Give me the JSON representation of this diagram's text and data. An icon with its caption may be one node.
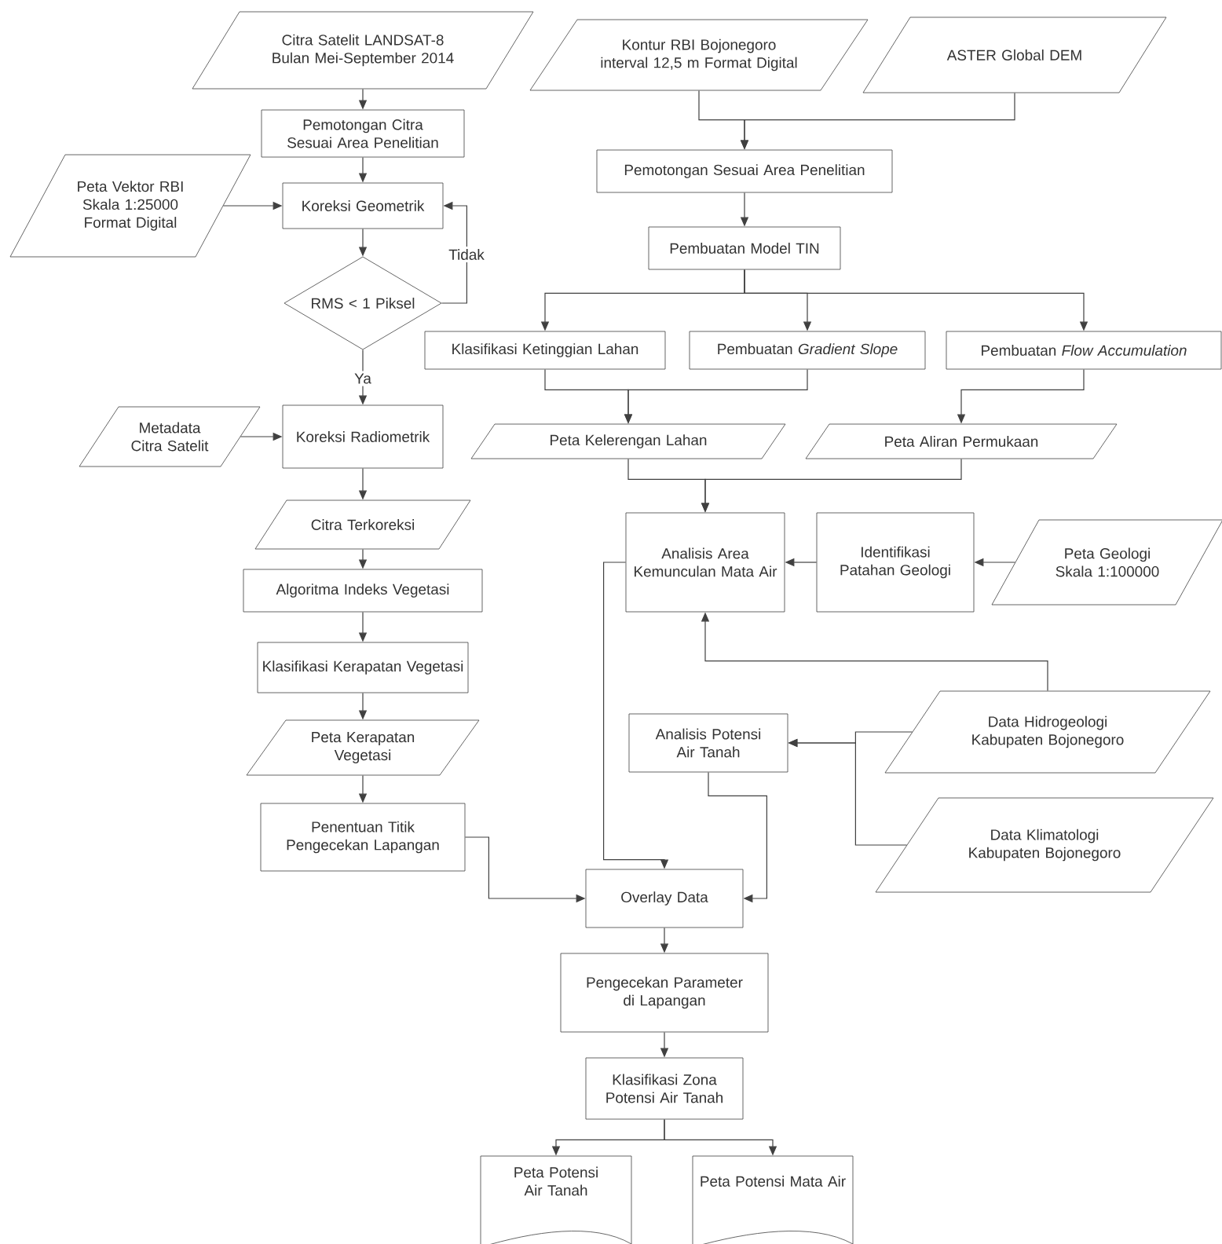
{
  "diagram": {
    "nodes": [
      {
        "text": [
          "Citra Satelit LANDSAT-8 Bulan Mei-September 2014"
        ]
      },
      {
        "text": [
          "Pemotongan Citra Sesuai Area Penelitian"
        ]
      },
      {
        "text": [
          "Peta Vektor RBI Skala 1:25000 Format Digital"
        ]
      },
      {
        "text": [
          "Koreksi Geometrik"
        ]
      },
      {
        "text": [
          "RMS < 1 Piksel"
        ]
      },
      {
        "text": [
          "Metadata Citra Satelit"
        ]
      },
      {
        "text": [
          "Koreksi Radiometrik"
        ]
      },
      {
        "text": [
          "Citra Terkoreksi"
        ]
      },
      {
        "text": [
          "Algoritma Indeks Vegetasi"
        ]
      },
      {
        "text": [
          "Klasifikasi Kerapatan Vegetasi"
        ]
      },
      {
        "text": [
          "Peta Kerapatan Vegetasi"
        ]
      },
      {
        "text": [
          "Penentuan Titik Pengecekan Lapangan"
        ]
      },
      {
        "text": [
          "Kontur RBI Bojonegoro interval 12,5 m Format Digital"
        ]
      },
      {
        "text": [
          "ASTER Global DEM"
        ]
      },
      {
        "text": [
          "Pemotongan Sesuai Area Penelitian"
        ]
      },
      {
        "text": [
          "Pembuatan Model TIN"
        ]
      },
      {
        "text": [
          "Klasifikasi Ketinggian Lahan"
        ]
      },
      {
        "text": [
          "Pembuatan *Gradient Slope*"
        ]
      },
      {
        "text": [
          "Pembuatan *Flow Accumulation*"
        ]
      },
      {
        "text": [
          "Peta Kelerengan Lahan"
        ]
      },
      {
        "text": [
          "Peta Aliran Permukaan"
        ]
      },
      {
        "text": [
          "Analisis Area Kemunculan Mata Air"
        ]
      },
      {
        "text": [
          "Identifikasi Patahan Geologi"
        ]
      },
      {
        "text": [
          "Peta Geologi Skala 1:100000"
        ]
      },
      {
        "text": [
          "Data Hidrogeologi Kabupaten Bojonegoro"
        ]
      },
      {
        "text": [
          "Analisis Potensi Air Tanah"
        ]
      },
      {
        "text": [
          "Data Klimatologi Kabupaten Bojonegoro"
        ]
      },
      {
        "text": [
          "Overlay Data"
        ]
      },
      {
        "text": [
          "Pengecekan Parameter di Lapangan"
        ]
      },
      {
        "text": [
          "Klasifikasi Zona Potensi Air Tanah"
        ]
      },
      {
        "text": [
          "Peta Potensi Air Tanah"
        ]
      },
      {
        "text": [
          "Peta Potensi Mata Air"
        ]
      }
    ],
    "edges": [
      {
        "from": 0,
        "to": 1,
        "arrow": "to"
      },
      {
        "from": 1,
        "to": 3,
        "arrow": "to"
      },
      {
        "from": 2,
        "to": 3,
        "arrow": "to"
      },
      {
        "from": 3,
        "to": 4,
        "arrow": "to"
      },
      {
        "from": 4,
        "to": 3,
        "arrow": "to",
        "label": "Tidak"
      },
      {
        "from": 4,
        "to": 6,
        "arrow": "to",
        "label": "Ya"
      },
      {
        "from": 5,
        "to": 6,
        "arrow": "to"
      },
      {
        "from": 6,
        "to": 7,
        "arrow": "to"
      },
      {
        "from": 7,
        "to": 8,
        "arrow": "to"
      },
      {
        "from": 8,
        "to": 9,
        "arrow": "to"
      },
      {
        "from": 9,
        "to": 10,
        "arrow": "to"
      },
      {
        "from": 10,
        "to": 11,
        "arrow": "to"
      },
      {
        "from": 11,
        "to": 27,
        "arrow": "to"
      },
      {
        "from": 12,
        "to": 14,
        "arrow": "to"
      },
      {
        "from": 13,
        "to": 14,
        "arrow": "to"
      },
      {
        "from": 14,
        "to": 15,
        "arrow": "to"
      },
      {
        "from": 15,
        "to": 16,
        "arrow": "to"
      },
      {
        "from": 15,
        "to": 17,
        "arrow": "to"
      },
      {
        "from": 15,
        "to": 18,
        "arrow": "to"
      },
      {
        "from": 16,
        "to": 19,
        "arrow": "to"
      },
      {
        "from": 17,
        "to": 19,
        "arrow": "to"
      },
      {
        "from": 18,
        "to": 20,
        "arrow": "to"
      },
      {
        "from": 19,
        "to": 21,
        "arrow": "to"
      },
      {
        "from": 20,
        "to": 21,
        "arrow": "to"
      },
      {
        "from": 23,
        "to": 22,
        "arrow": "to"
      },
      {
        "from": 22,
        "to": 21,
        "arrow": "to"
      },
      {
        "from": 24,
        "to": 21,
        "arrow": "to"
      },
      {
        "from": 24,
        "to": 25,
        "arrow": "to"
      },
      {
        "from": 26,
        "to": 25,
        "arrow": "to"
      },
      {
        "from": 21,
        "to": 27,
        "arrow": "to"
      },
      {
        "from": 25,
        "to": 27,
        "arrow": "to"
      },
      {
        "from": 27,
        "to": 28,
        "arrow": "to"
      },
      {
        "from": 28,
        "to": 29,
        "arrow": "to"
      },
      {
        "from": 29,
        "to": 30,
        "arrow": "to"
      },
      {
        "from": 29,
        "to": 31,
        "arrow": "to"
      }
    ]
  }
}
